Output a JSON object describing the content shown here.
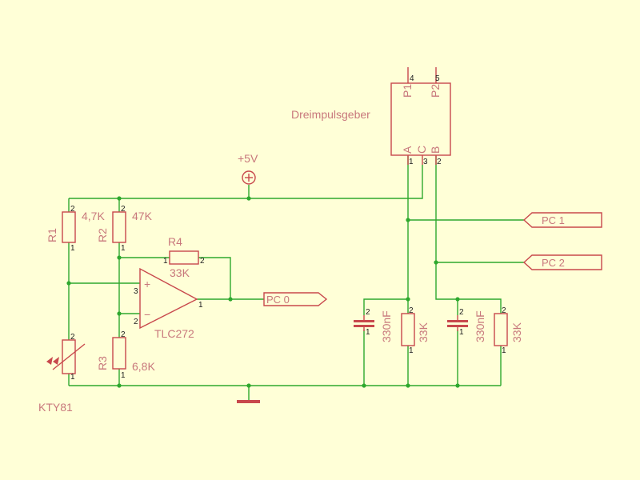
{
  "components": {
    "r1": {
      "name": "R1",
      "value": "4,7K",
      "pin_top": "2",
      "pin_bottom": "1"
    },
    "r2": {
      "name": "R2",
      "value": "47K",
      "pin_top": "2",
      "pin_bottom": "1"
    },
    "r3": {
      "name": "R3",
      "value": "6,8K",
      "pin_top": "2",
      "pin_bottom": "1"
    },
    "r4": {
      "name": "R4",
      "value": "33K",
      "pin_left": "1",
      "pin_right": "2"
    },
    "opamp": {
      "value": "TLC272",
      "plus": "+",
      "minus": "−",
      "pin_in_plus": "3",
      "pin_in_minus": "2",
      "pin_out": "1"
    },
    "sensor": {
      "name": "KTY81",
      "pin_top": "2",
      "pin_bottom": "1"
    },
    "encoder": {
      "name": "Dreimpulsgeber",
      "p1": "P1",
      "p2": "P2",
      "a": "A",
      "c": "C",
      "b": "B",
      "pin_p1": "4",
      "pin_p2": "5",
      "pin_a": "1",
      "pin_c": "3",
      "pin_b": "2"
    },
    "c1": {
      "value": "330nF",
      "pin_top": "2",
      "pin_bottom": "1"
    },
    "c2": {
      "value": "330nF",
      "pin_top": "2",
      "pin_bottom": "1"
    },
    "r5": {
      "value": "33K",
      "pin_top": "2",
      "pin_bottom": "1"
    },
    "r6": {
      "value": "33K",
      "pin_top": "2",
      "pin_bottom": "1"
    }
  },
  "supply": {
    "label": "+5V"
  },
  "nets": {
    "pc0": "PC 0",
    "pc1": "PC 1",
    "pc2": "PC 2"
  },
  "colors": {
    "background": "#ffffd7",
    "wire": "#2ea82e",
    "part": "#c8484c",
    "label": "#c8787c"
  }
}
